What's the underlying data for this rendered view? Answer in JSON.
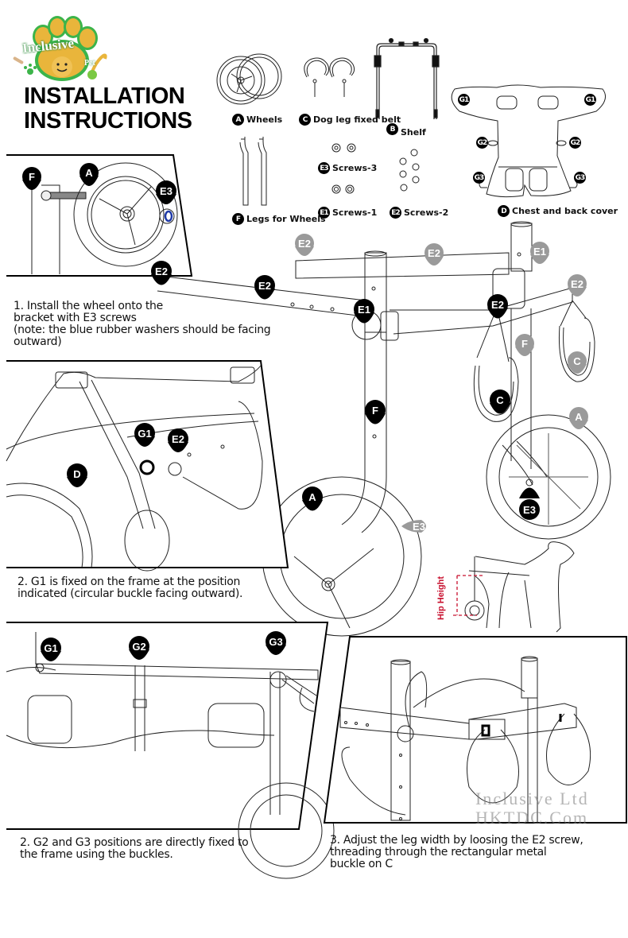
{
  "logo": {
    "brand_top": "Inclusive",
    "brand_bottom": "Pet"
  },
  "header": {
    "title_line1": "INSTALLATION",
    "title_line2": "INSTRUCTIONS"
  },
  "parts": [
    {
      "badge": "A",
      "label": "Wheels"
    },
    {
      "badge": "C",
      "label": "Dog leg fixed belt"
    },
    {
      "badge": "B",
      "label": "Shelf"
    },
    {
      "badge": "D",
      "label": "Chest and back cover"
    },
    {
      "badge": "F",
      "label": "Legs for Wheels"
    },
    {
      "badge": "E3",
      "label": "Screws-3"
    },
    {
      "badge": "E1",
      "label": "Screws-1"
    },
    {
      "badge": "E2",
      "label": "Screws-2"
    }
  ],
  "cover_markers": [
    "G1",
    "G1",
    "G2",
    "G2",
    "G3",
    "G3"
  ],
  "steps": {
    "step1": {
      "line1": "1. Install the wheel onto the",
      "line2": "bracket with E3 screws",
      "line3": "(note: the blue rubber washers should be facing",
      "line4": "outward)",
      "pins": [
        "F",
        "A",
        "E3"
      ],
      "washer_color": "#1f3aa8"
    },
    "step2a": {
      "line1": "2. G1 is fixed on the frame at the position",
      "line2": "indicated (circular buckle facing outward).",
      "pins": [
        "D",
        "G1",
        "E2"
      ]
    },
    "step2b": {
      "line1": "2. G2 and G3 positions are directly fixed to",
      "line2": "the frame using the buckles.",
      "pins": [
        "G1",
        "G2",
        "G3"
      ]
    },
    "step3": {
      "line1": "3. Adjust the leg width by loosing the E2 screw,",
      "line2": "threading through the rectangular metal",
      "line3": "buckle on C"
    }
  },
  "assembly_pins": {
    "dark": [
      "E2",
      "E2",
      "E1",
      "E2",
      "F",
      "C",
      "A",
      "E3"
    ],
    "light": [
      "E2",
      "E2",
      "E1",
      "E2",
      "F",
      "C",
      "A",
      "E3"
    ]
  },
  "hip_label": "Hip Height",
  "watermark": {
    "line1": "Inclusive Ltd",
    "line2": "HKTDC.Com"
  },
  "colors": {
    "pin_dark": "#000000",
    "pin_light": "#9a9a9a",
    "hip": "#c8102e",
    "logo_green": "#3cb44a",
    "logo_yellow": "#e9b53b"
  }
}
